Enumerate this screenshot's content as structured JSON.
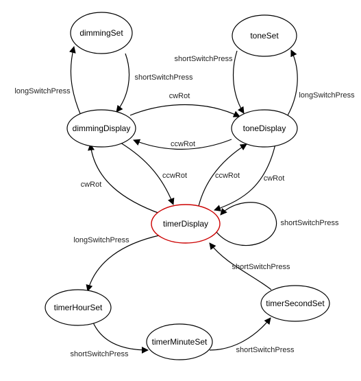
{
  "diagram": {
    "type": "state-machine",
    "colors": {
      "stroke": "#000000",
      "initial_state": "#cc0000",
      "label": "#222222"
    },
    "nodes": [
      {
        "id": "dimmingSet",
        "label": "dimmingSet"
      },
      {
        "id": "toneSet",
        "label": "toneSet"
      },
      {
        "id": "dimmingDisplay",
        "label": "dimmingDisplay"
      },
      {
        "id": "toneDisplay",
        "label": "toneDisplay"
      },
      {
        "id": "timerDisplay",
        "label": "timerDisplay",
        "highlighted": true
      },
      {
        "id": "timerHourSet",
        "label": "timerHourSet"
      },
      {
        "id": "timerSecondSet",
        "label": "timerSecondSet"
      },
      {
        "id": "timerMinuteSet",
        "label": "timerMinuteSet"
      }
    ],
    "edges": [
      {
        "id": "e1",
        "from": "dimmingDisplay",
        "to": "dimmingSet",
        "label": "longSwitchPress"
      },
      {
        "id": "e2",
        "from": "dimmingSet",
        "to": "dimmingDisplay",
        "label": "shortSwitchPress"
      },
      {
        "id": "e3",
        "from": "toneSet",
        "to": "toneDisplay",
        "label": "shortSwitchPress"
      },
      {
        "id": "e4",
        "from": "toneDisplay",
        "to": "toneSet",
        "label": "longSwitchPress"
      },
      {
        "id": "e5",
        "from": "dimmingDisplay",
        "to": "toneDisplay",
        "label": "cwRot"
      },
      {
        "id": "e6",
        "from": "toneDisplay",
        "to": "dimmingDisplay",
        "label": "ccwRot"
      },
      {
        "id": "e7",
        "from": "timerDisplay",
        "to": "dimmingDisplay",
        "label": "cwRot"
      },
      {
        "id": "e8",
        "from": "dimmingDisplay",
        "to": "timerDisplay",
        "label": "ccwRot"
      },
      {
        "id": "e9",
        "from": "timerDisplay",
        "to": "toneDisplay",
        "label": "ccwRot"
      },
      {
        "id": "e10",
        "from": "toneDisplay",
        "to": "timerDisplay",
        "label": "cwRot"
      },
      {
        "id": "e11",
        "from": "timerDisplay",
        "to": "timerDisplay",
        "label": "shortSwitchPress"
      },
      {
        "id": "e12",
        "from": "timerDisplay",
        "to": "timerHourSet",
        "label": "longSwitchPress"
      },
      {
        "id": "e13",
        "from": "timerHourSet",
        "to": "timerMinuteSet",
        "label": "shortSwitchPress"
      },
      {
        "id": "e14",
        "from": "timerMinuteSet",
        "to": "timerSecondSet",
        "label": "shortSwitchPress"
      },
      {
        "id": "e15",
        "from": "timerSecondSet",
        "to": "timerDisplay",
        "label": "shortSwitchPress"
      }
    ]
  }
}
